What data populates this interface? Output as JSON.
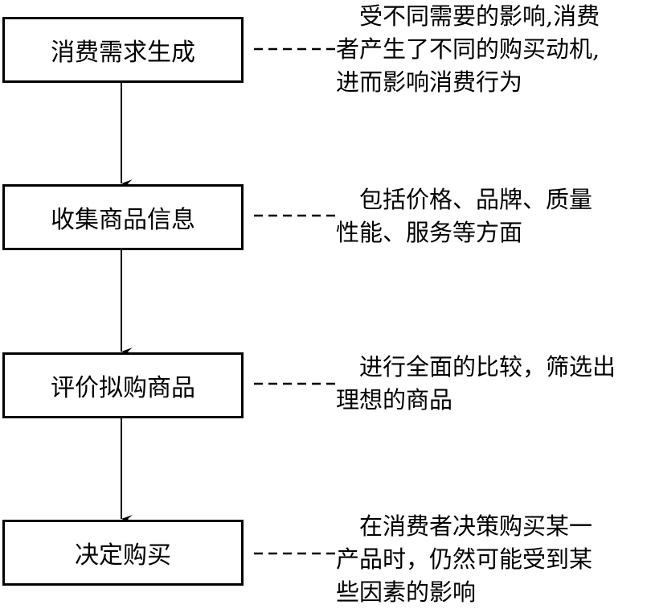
{
  "steps": [
    {
      "label": "消费需求生成",
      "note": [
        "　受不同需要的影响,消费",
        "者产生了不同的购买动机,",
        "进而影响消费行为"
      ]
    },
    {
      "label": "收集商品信息",
      "note": [
        "　包括价格、品牌、质量",
        "性能、服务等方面"
      ]
    },
    {
      "label": "评价拟购商品",
      "note": [
        "　进行全面的比较，筛选出",
        "理想的商品"
      ]
    },
    {
      "label": "决定购买",
      "note": [
        "　在消费者决策购买某一",
        "产品时，仍然可能受到某",
        "些因素的影响"
      ]
    }
  ]
}
